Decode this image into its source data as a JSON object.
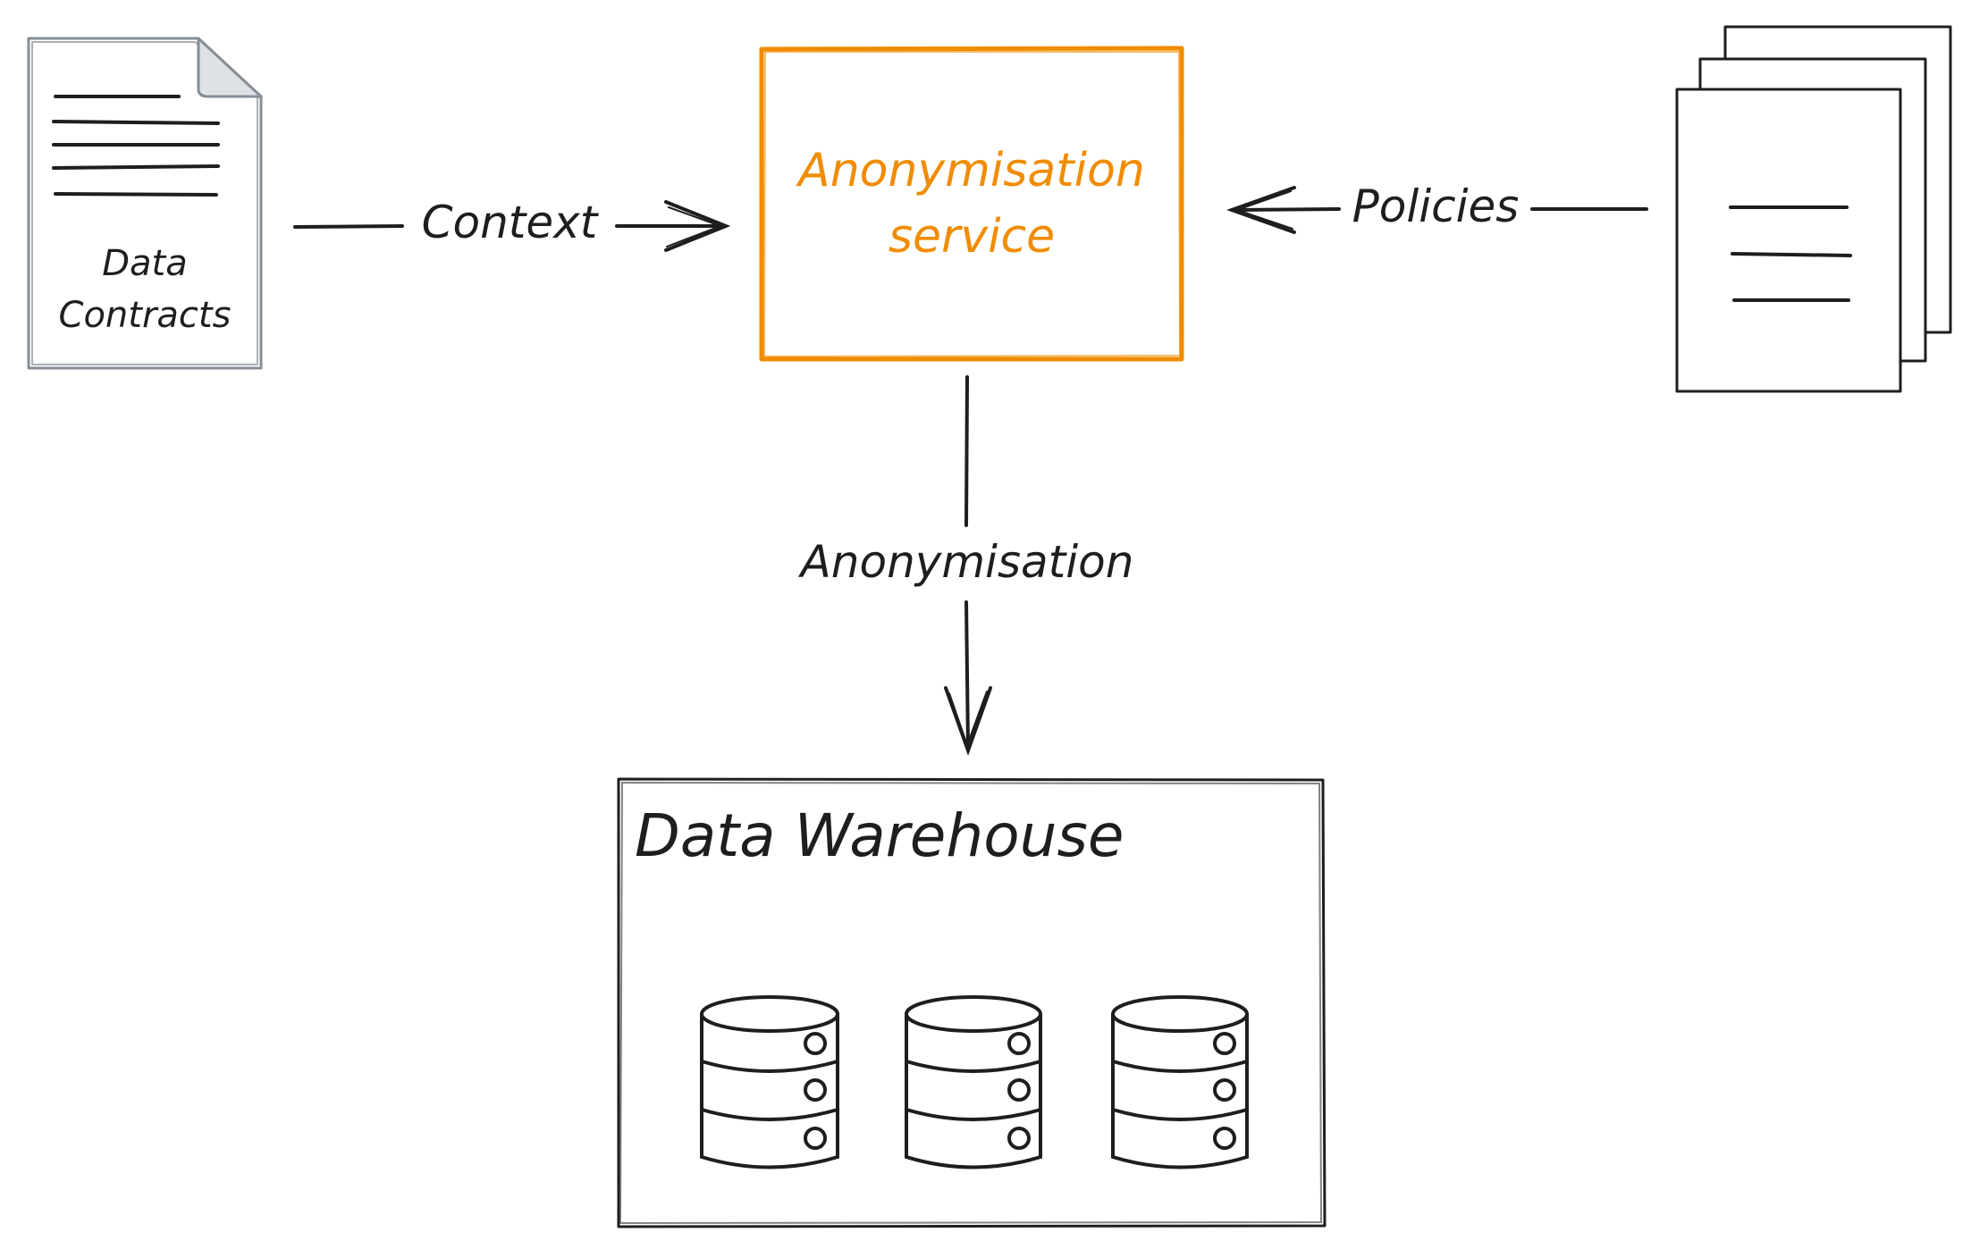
{
  "nodes": {
    "data_contracts": {
      "line1": "Data",
      "line2": "Contracts"
    },
    "service": {
      "line1": "Anonymisation",
      "line2": "service"
    },
    "warehouse": {
      "title": "Data Warehouse"
    },
    "policies_doc": {}
  },
  "edges": {
    "context": {
      "label": "Context"
    },
    "policies": {
      "label": "Policies"
    },
    "anonymisation": {
      "label": "Anonymisation"
    }
  },
  "colors": {
    "ink": "#1e1e1e",
    "accent": "#f08c00",
    "doc_outline": "#868e96",
    "doc_fold": "#dee2e6"
  },
  "icons": {
    "contracts": "document-icon",
    "policies": "document-stack-icon",
    "storage": "database-icon"
  }
}
